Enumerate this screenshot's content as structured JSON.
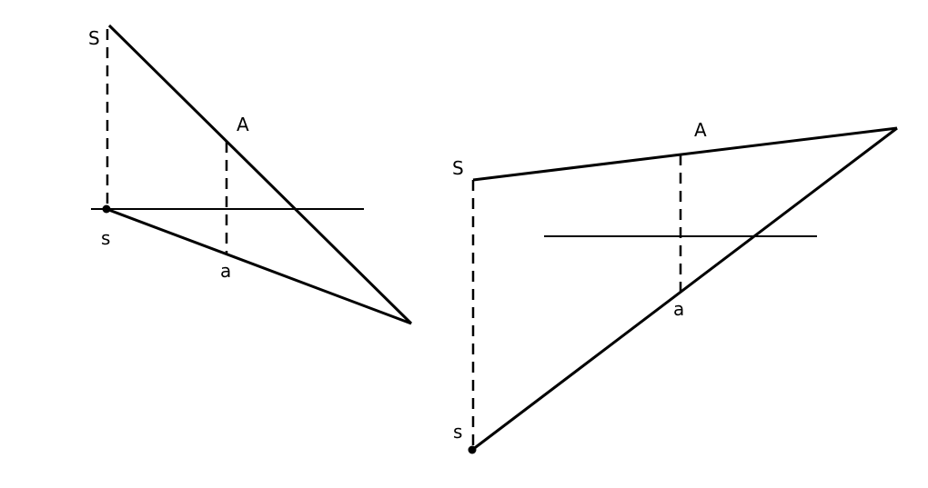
{
  "colors": {
    "stroke": "#000000",
    "background": "#ffffff"
  },
  "figures": [
    {
      "labels": {
        "S": "S",
        "A": "A",
        "s": "s",
        "a": "a"
      }
    },
    {
      "labels": {
        "S": "S",
        "A": "A",
        "s": "s",
        "a": "a"
      }
    }
  ]
}
